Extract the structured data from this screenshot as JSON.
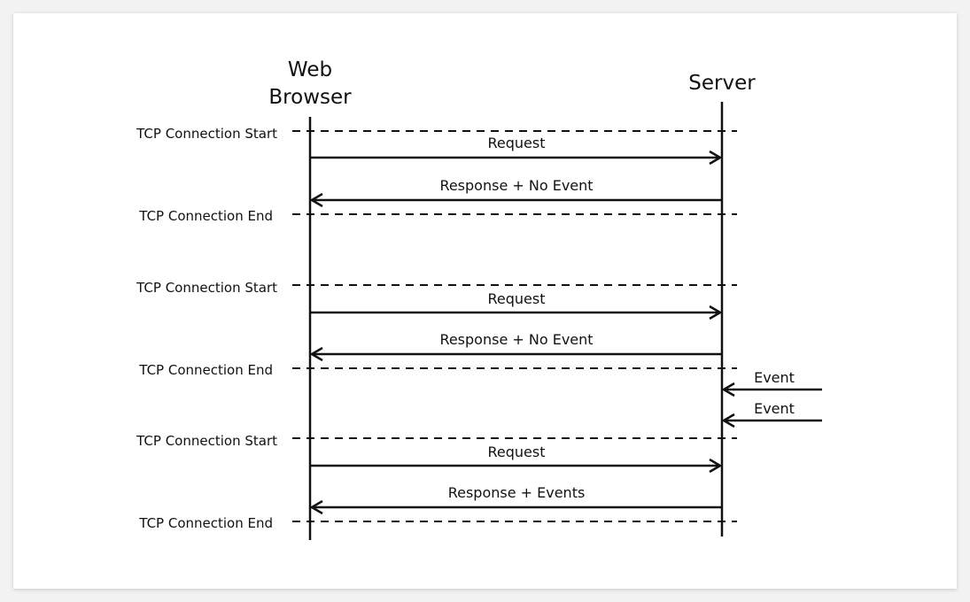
{
  "participants": {
    "browser": [
      "Web",
      "Browser"
    ],
    "server": "Server"
  },
  "connection_labels": {
    "start": "TCP Connection Start",
    "end": "TCP Connection End"
  },
  "cycles": [
    {
      "start_label": "TCP Connection Start",
      "request": "Request",
      "response": "Response + No Event",
      "end_label": "TCP Connection End"
    },
    {
      "start_label": "TCP Connection Start",
      "request": "Request",
      "response": "Response + No Event",
      "end_label": "TCP Connection End"
    },
    {
      "start_label": "TCP Connection Start",
      "request": "Request",
      "response": "Response + Events",
      "end_label": "TCP Connection End"
    }
  ],
  "external_events": [
    "Event",
    "Event"
  ]
}
